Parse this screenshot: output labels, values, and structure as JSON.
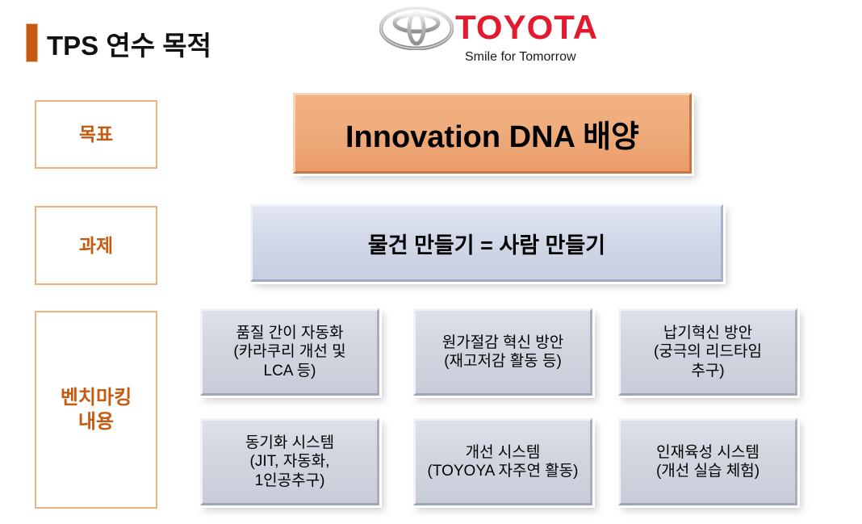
{
  "slide": {
    "title": "TPS 연수 목적",
    "accent_color": "#C55A11",
    "background": "#ffffff"
  },
  "logo": {
    "emblem_name": "toyota-emblem",
    "wordmark": "TOYOTA",
    "tagline": "Smile for Tomorrow",
    "wordmark_color": "#E3192D"
  },
  "left_labels": [
    {
      "label": "목표"
    },
    {
      "label": "과제"
    },
    {
      "label": "벤치마킹\n내용"
    }
  ],
  "goal": {
    "text": "Innovation DNA 배양",
    "fill_color": "#F2B183"
  },
  "task": {
    "text": "물건 만들기 = 사람 만들기",
    "fill_color": "#D2D9E8"
  },
  "benchmark": {
    "fill_color": "#D2D7E1",
    "items": [
      {
        "text": "품질 간이 자동화\n(카라쿠리 개선 및\nLCA 등)"
      },
      {
        "text": "원가절감 혁신 방안\n(재고저감 활동 등)"
      },
      {
        "text": "납기혁신 방안\n(궁극의 리드타임\n추구)"
      },
      {
        "text": "동기화 시스템\n(JIT, 자동화,\n1인공추구)"
      },
      {
        "text": "개선 시스템\n(TOYOYA 자주연 활동)"
      },
      {
        "text": "인재육성 시스템\n(개선 실습 체험)"
      }
    ]
  }
}
